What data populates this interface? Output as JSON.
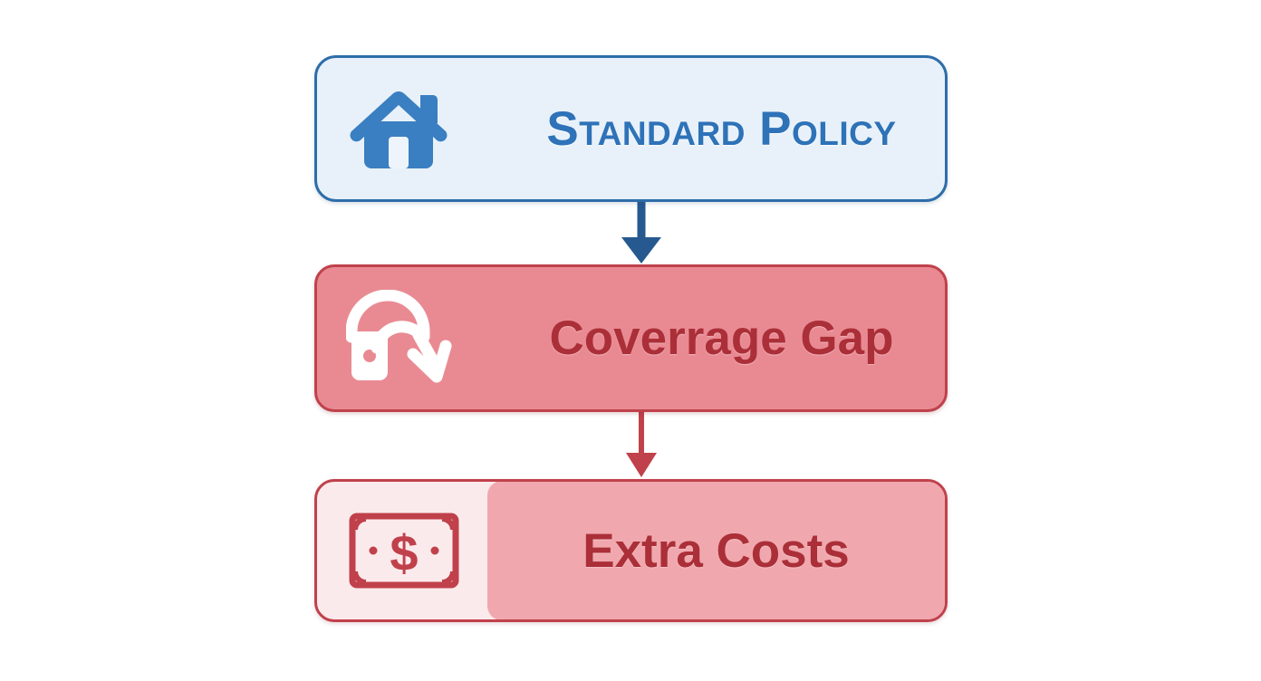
{
  "diagram": {
    "type": "flowchart",
    "orientation": "vertical",
    "background_color": "#FFFFFF",
    "title": "",
    "nodes": [
      {
        "id": "standard-policy",
        "label": "Standard Policy",
        "icon": "house-icon",
        "fill_color": "#E8F1FA",
        "border_color": "#2E6DA9",
        "text_color": "#2E72B8",
        "icon_color": "#3A7FC1"
      },
      {
        "id": "coverage-gap",
        "label": "Coverrage Gap",
        "icon": "open-padlock-arrow-icon",
        "fill_color": "#E98A93",
        "border_color": "#C0414B",
        "text_color": "#AB2F38",
        "icon_color": "#FFFFFF"
      },
      {
        "id": "extra-costs",
        "label": "Extra Costs",
        "icon": "banknote-dollar-icon",
        "fill_color": "#FBEAEC",
        "fill_color_secondary": "#F0A8AE",
        "border_color": "#C0414B",
        "text_color": "#AB2F38",
        "icon_color": "#C0414B"
      }
    ],
    "edges": [
      {
        "id": "policy-to-gap",
        "from": "standard-policy",
        "to": "coverage-gap",
        "color": "#25598F",
        "label": ""
      },
      {
        "id": "gap-to-costs",
        "from": "coverage-gap",
        "to": "extra-costs",
        "color": "#C0414B",
        "label": ""
      }
    ]
  }
}
